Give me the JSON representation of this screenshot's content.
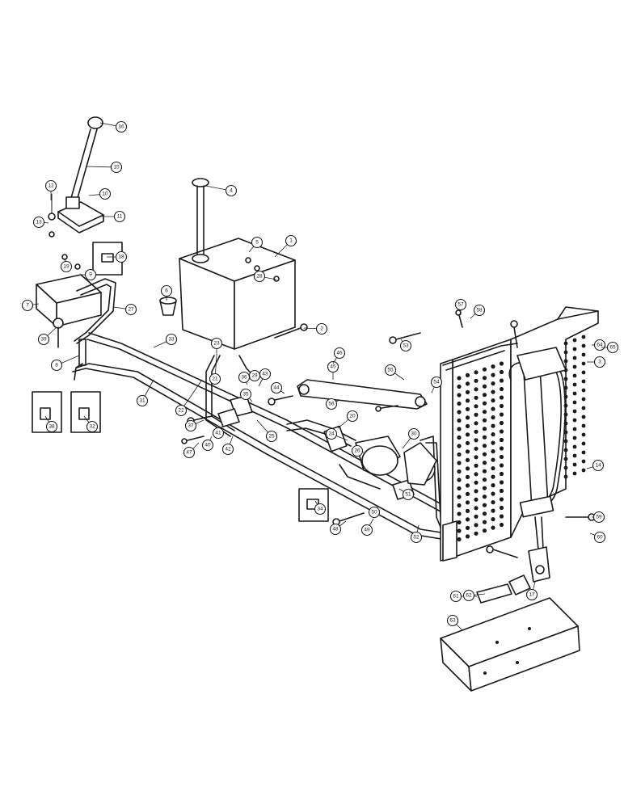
{
  "callouts": [
    "16",
    "15",
    "12",
    "13",
    "11",
    "10",
    "18",
    "19",
    "6",
    "9",
    "7",
    "39",
    "8",
    "38",
    "32",
    "4",
    "1",
    "2",
    "5",
    "27",
    "28",
    "33",
    "31",
    "20",
    "21",
    "22",
    "23",
    "24",
    "25",
    "26",
    "29",
    "30",
    "34",
    "35",
    "36",
    "37",
    "40",
    "41",
    "42",
    "43",
    "44",
    "45",
    "46",
    "47",
    "48",
    "49",
    "50",
    "51",
    "52",
    "53",
    "54",
    "55",
    "56",
    "57",
    "58",
    "59",
    "60",
    "61",
    "62",
    "63",
    "64",
    "65",
    "3",
    "14",
    "17"
  ]
}
